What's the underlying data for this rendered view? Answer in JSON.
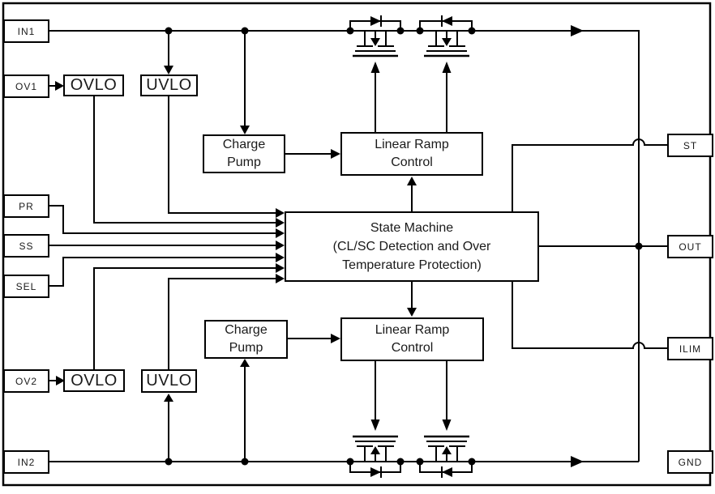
{
  "pins": {
    "in1": "IN1",
    "ov1": "OV1",
    "pr": "PR",
    "ss": "SS",
    "sel": "SEL",
    "ov2": "OV2",
    "in2": "IN2",
    "st": "ST",
    "out": "OUT",
    "ilim": "ILIM",
    "gnd": "GND"
  },
  "blocks": {
    "ovlo_top": "OVLO",
    "uvlo_top": "UVLO",
    "charge_pump_top": {
      "line1": "Charge",
      "line2": "Pump"
    },
    "linear_ramp_top": {
      "line1": "Linear Ramp",
      "line2": "Control"
    },
    "state_machine": {
      "line1": "State Machine",
      "line2": "(CL/SC Detection and Over",
      "line3": "Temperature Protection)"
    },
    "charge_pump_bottom": {
      "line1": "Charge",
      "line2": "Pump"
    },
    "linear_ramp_bottom": {
      "line1": "Linear Ramp",
      "line2": "Control"
    },
    "ovlo_bottom": "OVLO",
    "uvlo_bottom": "UVLO"
  },
  "colors": {
    "line": "#000000",
    "text": "#1a1a1a",
    "background": "#ffffff"
  }
}
